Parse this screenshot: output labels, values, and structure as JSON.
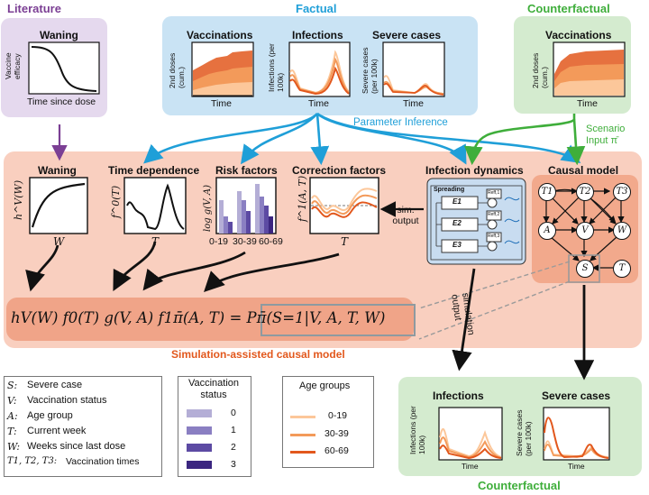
{
  "top": {
    "literature": {
      "header": "Literature",
      "title": "Waning",
      "ylabel": "Vaccine efficacy",
      "xlabel": "Time since dose"
    },
    "factual": {
      "header": "Factual",
      "panels": [
        {
          "title": "Vaccinations",
          "ylabel": "2nd doses (cum.)",
          "xlabel": "Time"
        },
        {
          "title": "Infections",
          "ylabel": "Infections (per 100k)",
          "xlabel": "Time"
        },
        {
          "title": "Severe cases",
          "ylabel": "Severe cases (per 100k)",
          "xlabel": "Time"
        }
      ]
    },
    "counterfactual": {
      "header": "Counterfactual",
      "title": "Vaccinations",
      "ylabel": "2nd doses (cum.)",
      "xlabel": "Time"
    }
  },
  "arrows": {
    "parameter_inference": "Parameter Inference",
    "scenario_input": "Scenario Input π̄",
    "sim_output": "sim. output",
    "simulation_output": "simulation output"
  },
  "middle": {
    "waning": {
      "title": "Waning",
      "ylabel": "h^V(W)",
      "xlabel": "W"
    },
    "time": {
      "title": "Time dependence",
      "ylabel": "f^0(T)",
      "xlabel": "T"
    },
    "risk": {
      "title": "Risk factors",
      "ylabel": "log g(V, A)",
      "ticks": [
        "0-19",
        "30-39",
        "60-69"
      ]
    },
    "correction": {
      "title": "Correction factors",
      "ylabel": "f^1(A, T)",
      "xlabel": "T"
    },
    "infection_dynamics": {
      "title": "Infection dynamics",
      "spreading": "Spreading",
      "compartments": [
        "E1",
        "E2",
        "E3"
      ],
      "rates": [
        "Reff,1",
        "Reff,2",
        "Reff,3"
      ]
    },
    "causal_model": {
      "title": "Causal model",
      "nodes": [
        "T1",
        "T2",
        "T3",
        "A",
        "V",
        "W",
        "S",
        "T"
      ]
    },
    "formula": "hV(W) f0(T) g(V, A) f1π̄(A, T) = Pπ̄(S=1|V, A, T, W)",
    "caption": "Simulation-assisted causal model"
  },
  "legend_vars": [
    {
      "sym": "S:",
      "desc": "Severe case"
    },
    {
      "sym": "V:",
      "desc": "Vaccination status"
    },
    {
      "sym": "A:",
      "desc": "Age group"
    },
    {
      "sym": "T:",
      "desc": "Current week"
    },
    {
      "sym": "W:",
      "desc": "Weeks since last dose"
    },
    {
      "sym": "T1, T2, T3:",
      "desc": "Vaccination times"
    }
  ],
  "legend_vacc": {
    "title": "Vaccination status",
    "items": [
      "0",
      "1",
      "2",
      "3"
    ],
    "colors": [
      "#b4aed6",
      "#8a7fc2",
      "#5c4aa3",
      "#3b2680"
    ]
  },
  "legend_age": {
    "title": "Age groups",
    "items": [
      "0-19",
      "30-39",
      "60-69"
    ],
    "colors": [
      "#fcc79a",
      "#f39a5a",
      "#e2581d"
    ]
  },
  "bottom": {
    "header": "Counterfactual",
    "panels": [
      {
        "title": "Infections",
        "ylabel": "Infections (per 100k)",
        "xlabel": "Time"
      },
      {
        "title": "Severe cases",
        "ylabel": "Severe cases (per 100k)",
        "xlabel": "Time"
      }
    ]
  },
  "colors": {
    "literature": "#e5d9ee",
    "factual": "#c9e3f4",
    "counterfactual": "#d4ebcf",
    "middle": "#f9cfbf",
    "formula_band": "#f0a488",
    "blue_arrow": "#1f9fd8",
    "green_arrow": "#3fae3b",
    "purple_arrow": "#7b3f94"
  }
}
